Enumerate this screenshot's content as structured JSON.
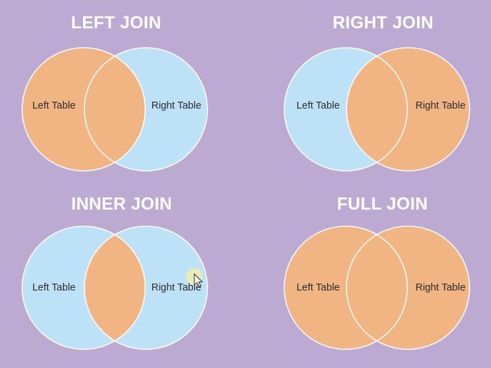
{
  "colors": {
    "background": "#bcaad3",
    "orange": "#f0b583",
    "blue": "#bde1f6",
    "outline": "#ffffff",
    "cursor_halo": "#f4f1a0"
  },
  "diagrams": [
    {
      "title": "LEFT JOIN",
      "left_label": "Left Table",
      "right_label": "Right Table",
      "highlight": "left"
    },
    {
      "title": "RIGHT JOIN",
      "left_label": "Left Table",
      "right_label": "Right Table",
      "highlight": "right"
    },
    {
      "title": "INNER JOIN",
      "left_label": "Left Table",
      "right_label": "Right Table",
      "highlight": "inner"
    },
    {
      "title": "FULL JOIN",
      "left_label": "Left Table",
      "right_label": "Right Table",
      "highlight": "full"
    }
  ],
  "cursor": {
    "visible": true,
    "icon": "mouse-pointer-icon"
  }
}
